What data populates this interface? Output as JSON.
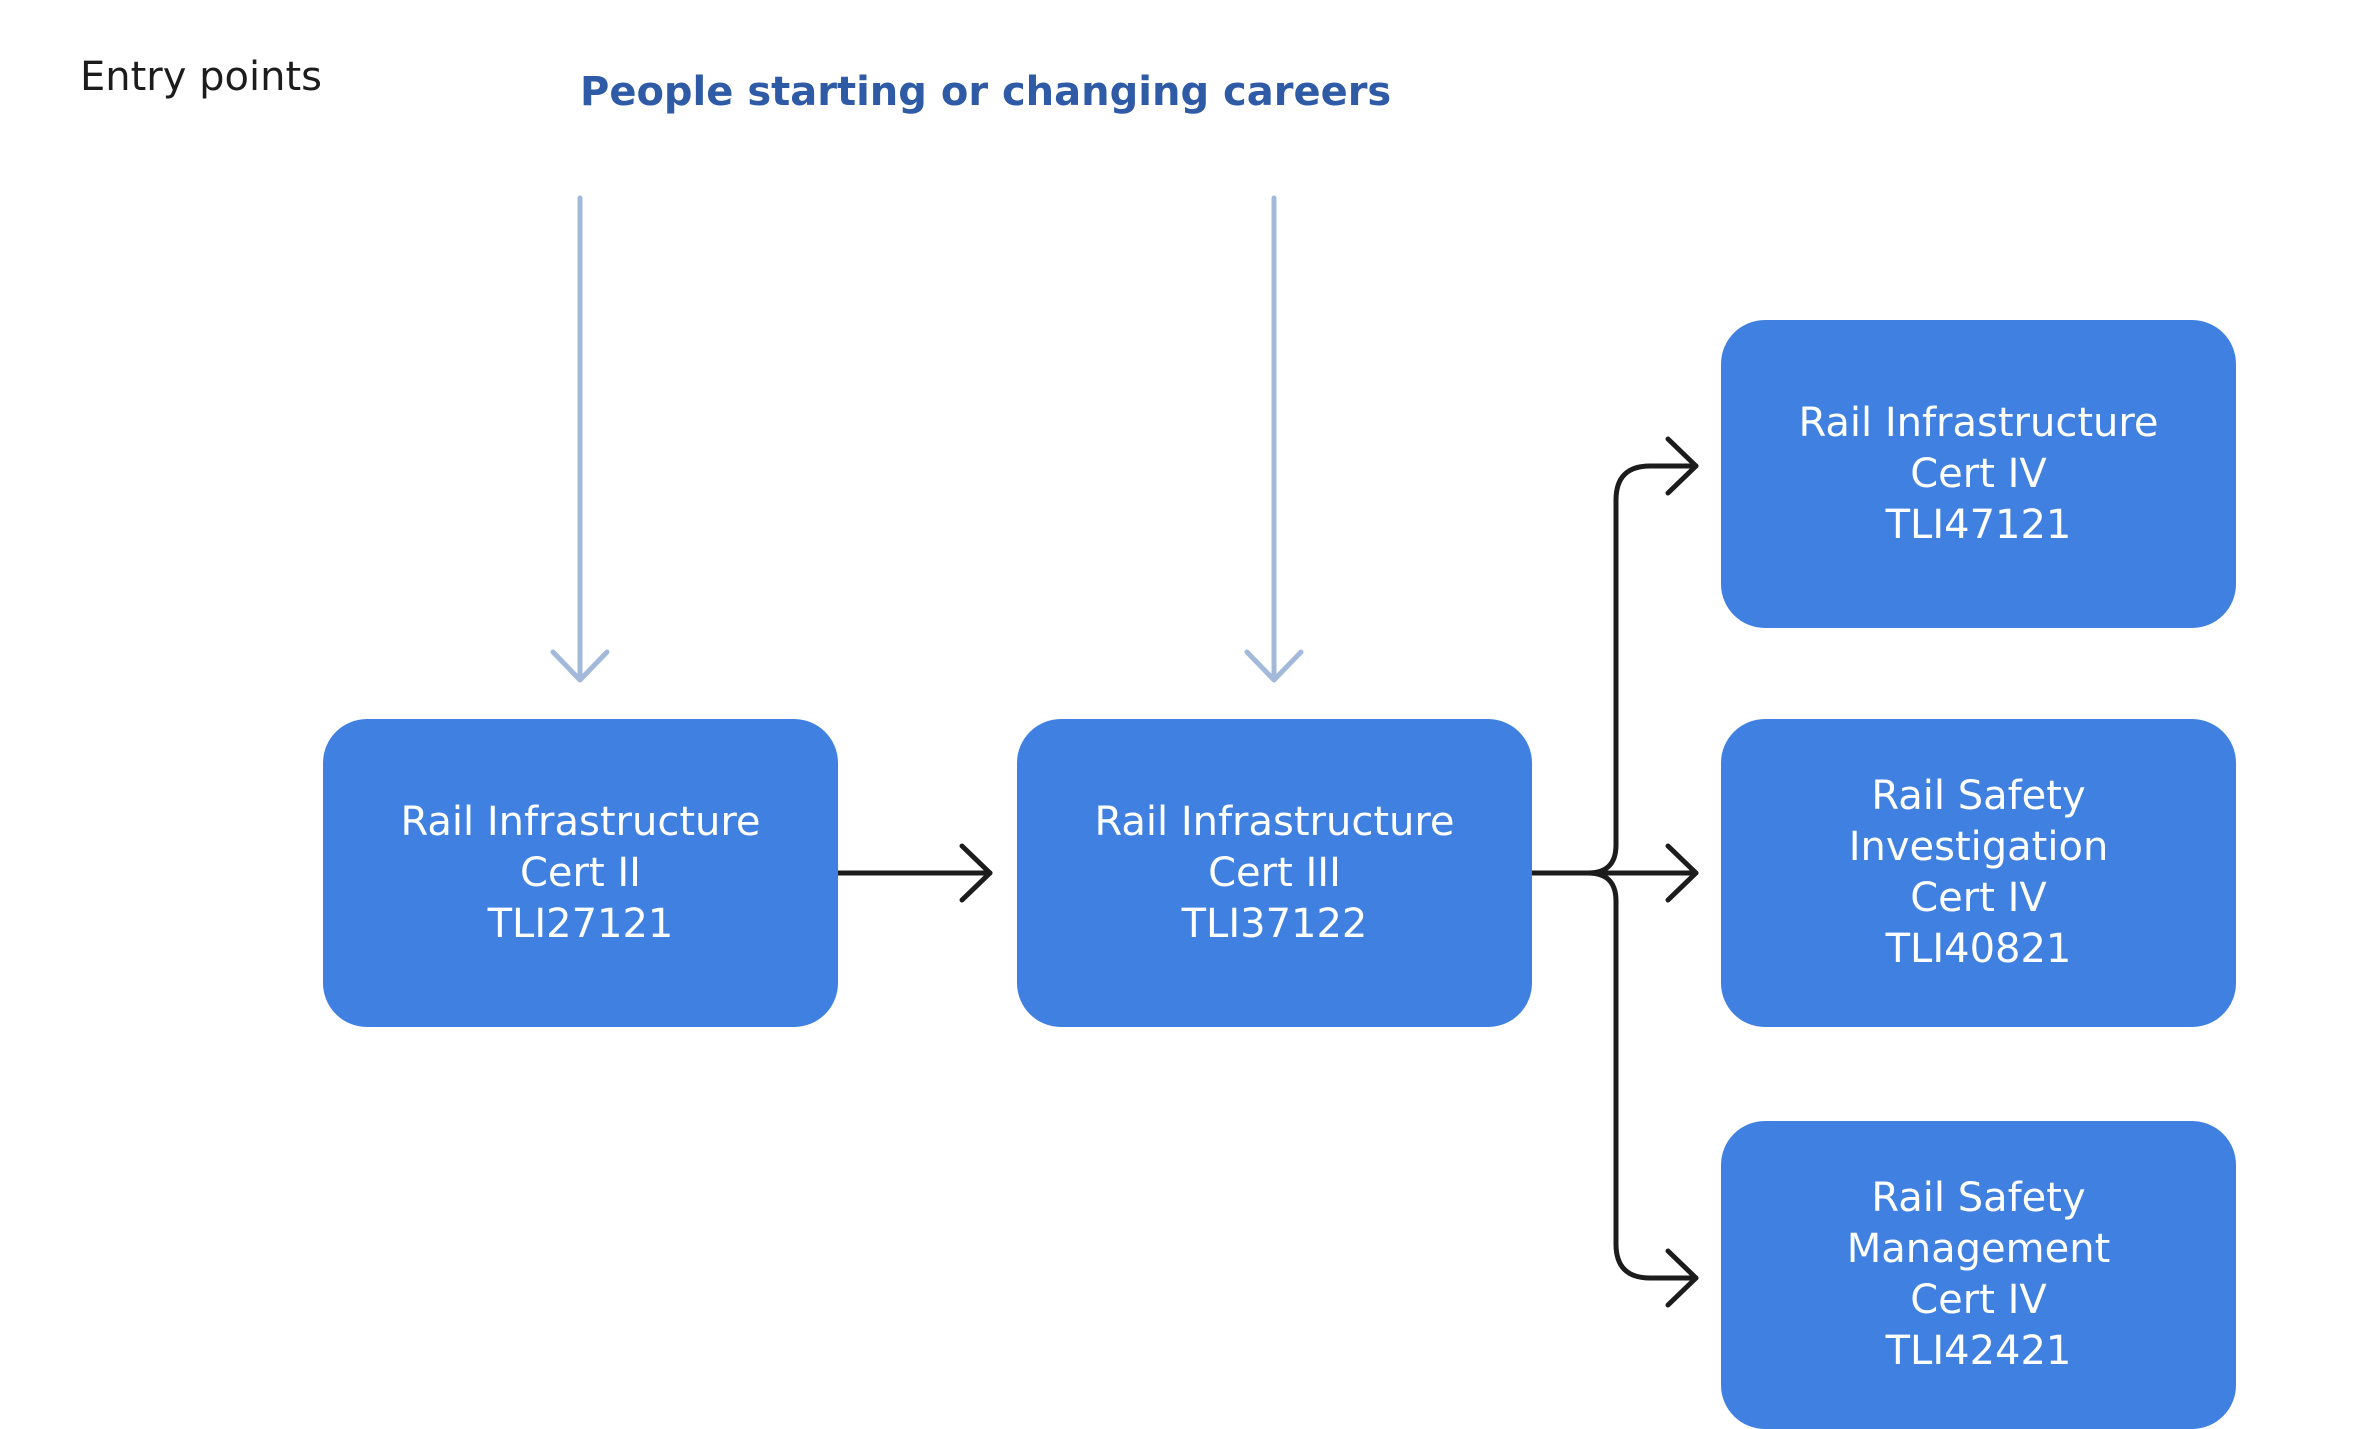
{
  "labels": {
    "entry_points": "Entry points",
    "audience": "People starting or changing careers"
  },
  "qualifications": {
    "cert2": {
      "lines": [
        "Rail Infrastructure",
        "Cert II",
        "TLI27121"
      ]
    },
    "cert3": {
      "lines": [
        "Rail Infrastructure",
        "Cert III",
        "TLI37122"
      ]
    },
    "infra4": {
      "lines": [
        "Rail Infrastructure",
        "Cert IV",
        "TLI47121"
      ]
    },
    "invest4": {
      "lines": [
        "Rail Safety",
        "Investigation",
        "Cert IV",
        "TLI40821"
      ]
    },
    "manage4": {
      "lines": [
        "Rail Safety",
        "Management",
        "Cert IV",
        "TLI42421"
      ]
    }
  },
  "colors": {
    "box": "#3f80e0",
    "entry_arrow": "#a3b9d9",
    "flow_arrow": "#1c1c1c",
    "audience_text": "#2e5aa6"
  }
}
